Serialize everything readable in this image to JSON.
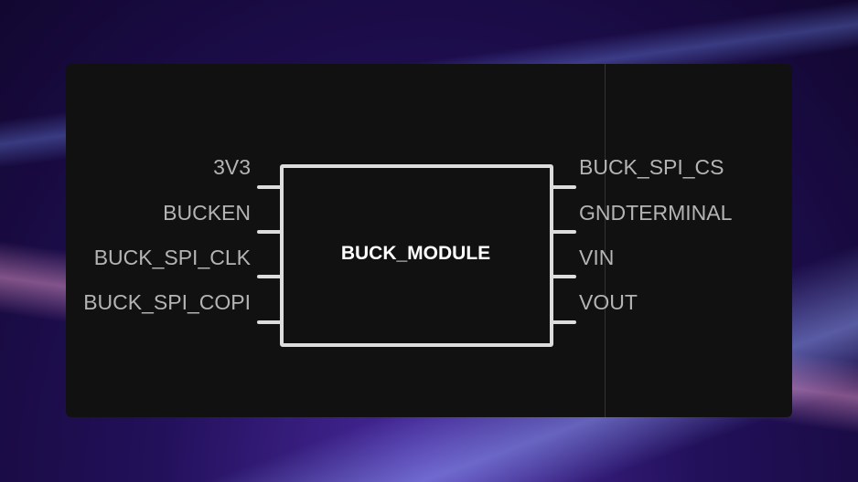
{
  "component": {
    "name": "BUCK_MODULE",
    "left_pins": [
      "3V3",
      "BUCKEN",
      "BUCK_SPI_CLK",
      "BUCK_SPI_COPI"
    ],
    "right_pins": [
      "BUCK_SPI_CS",
      "GNDTERMINAL",
      "VIN",
      "VOUT"
    ]
  },
  "colors": {
    "panel": "#111111",
    "stroke": "#dddddd",
    "label": "#b4b4b4"
  }
}
